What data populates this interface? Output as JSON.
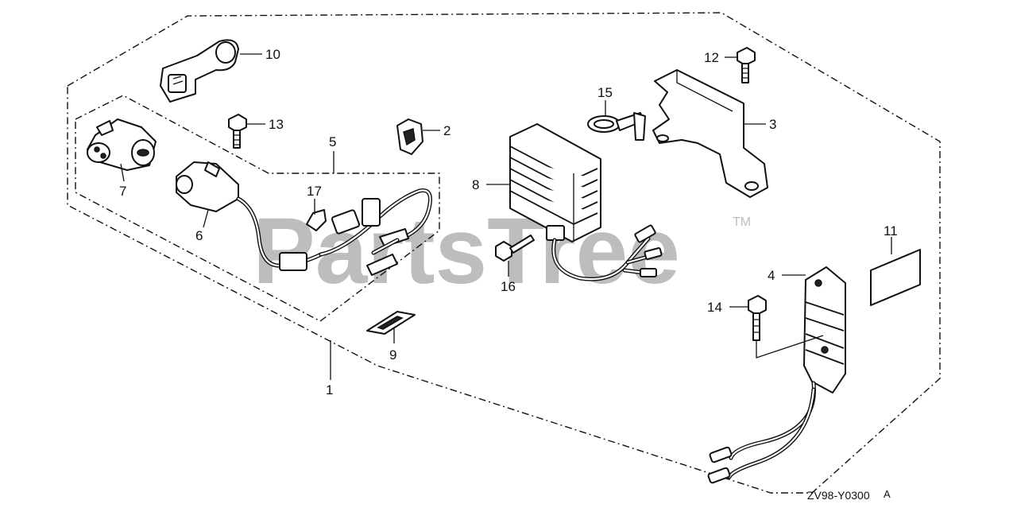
{
  "diagram": {
    "callouts": [
      "1",
      "2",
      "3",
      "4",
      "5",
      "6",
      "7",
      "8",
      "9",
      "10",
      "11",
      "12",
      "13",
      "14",
      "15",
      "16",
      "17"
    ],
    "watermark": "PartsTree",
    "trademark": "TM",
    "diagram_code": "ZV98-Y0300",
    "diagram_code_suffix": "A"
  }
}
